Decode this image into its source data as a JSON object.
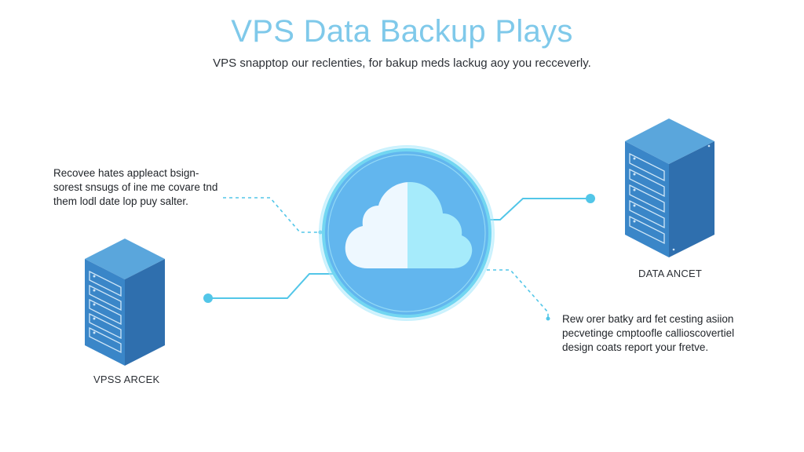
{
  "header": {
    "title": "VPS Data Backup Plays",
    "subtitle": "VPS snapptop our reclenties, for bakup meds lackug aoy you recceverly."
  },
  "notes": {
    "left": [
      "Recovee hates appleact bsign-",
      "sorest snsugs of ine me covare tnd",
      "them lodl date lop puy salter."
    ],
    "right": [
      "Rew orer batky ard fet cesting asiion",
      "pecvetinge cmptoofle callioscovertiel",
      "design coats report your fretve."
    ]
  },
  "servers": {
    "left_label": "VPSS ARCEK",
    "right_label": "DATA ANCET"
  },
  "colors": {
    "title": "#7fc9ea",
    "cloud_ring": "#72d6f1",
    "cloud_fill": "#62b6ee",
    "connector": "#52c6e8",
    "server_front": "#3a86c8",
    "server_side": "#2f6fae",
    "server_top": "#5aa6dc"
  },
  "icons": {
    "center": "cloud-icon",
    "left": "server-rack-icon",
    "right": "server-rack-icon"
  }
}
